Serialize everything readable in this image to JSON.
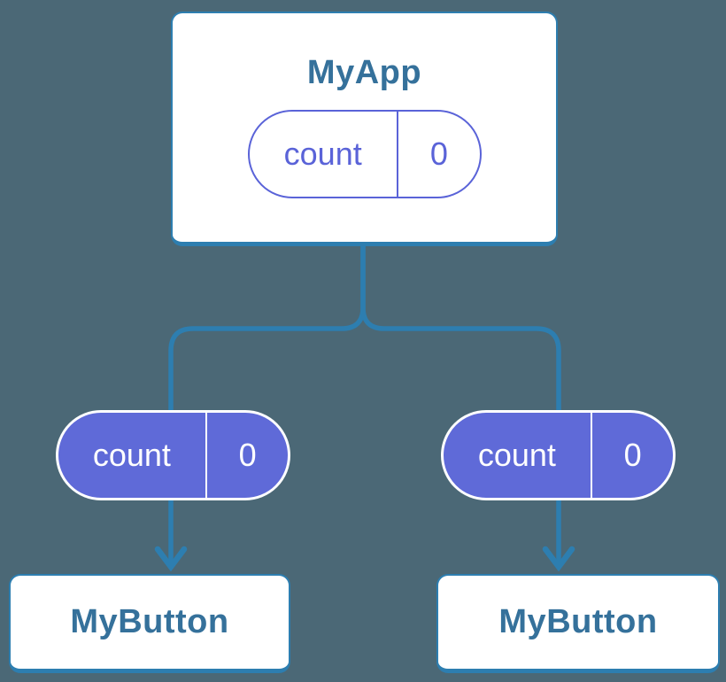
{
  "colors": {
    "background": "#4b6876",
    "connector_blue": "#2d7eb0",
    "card_background": "#ffffff",
    "card_border_blue": "#2d7eb0",
    "title_text_blue": "#35719b",
    "state_purple_outline": "#5a63d8",
    "state_purple_fill": "#5f6ad8",
    "state_text_on_fill": "#ffffff"
  },
  "diagram": {
    "root": {
      "title": "MyApp",
      "state": {
        "label": "count",
        "value": "0"
      }
    },
    "children": [
      {
        "title": "MyButton",
        "state": {
          "label": "count",
          "value": "0"
        }
      },
      {
        "title": "MyButton",
        "state": {
          "label": "count",
          "value": "0"
        }
      }
    ]
  }
}
